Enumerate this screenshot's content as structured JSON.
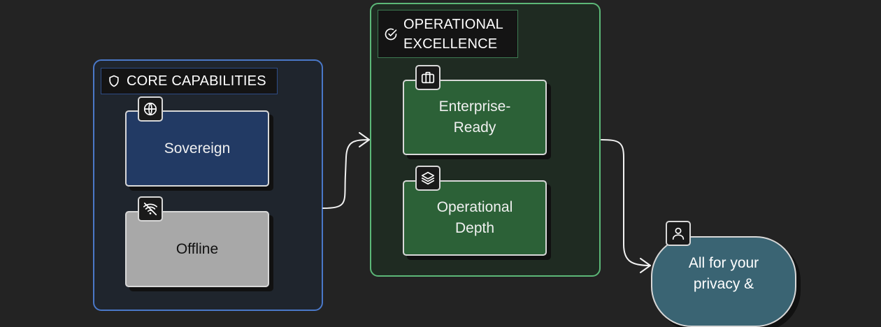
{
  "groups": {
    "core": {
      "title": "CORE CAPABILITIES",
      "icon": "shield-icon",
      "accent": "#4a78c8"
    },
    "operational": {
      "title_line1": "OPERATIONAL",
      "title_line2": "EXCELLENCE",
      "icon": "check-circle-icon",
      "accent": "#5cb878"
    }
  },
  "nodes": {
    "sovereign": {
      "label": "Sovereign",
      "icon": "globe-icon",
      "fill": "#223a64"
    },
    "offline": {
      "label": "Offline",
      "icon": "wifi-off-icon",
      "fill": "#a8a8a8"
    },
    "enterprise": {
      "line1": "Enterprise-",
      "line2": "Ready",
      "icon": "briefcase-icon",
      "fill": "#2c6137"
    },
    "depth": {
      "line1": "Operational",
      "line2": "Depth",
      "icon": "layers-icon",
      "fill": "#2c6137"
    },
    "goal": {
      "line1": "All for your",
      "line2": "privacy &",
      "icon": "user-icon",
      "fill": "#3a6473"
    }
  },
  "edges": [
    {
      "from": "core",
      "to": "operational"
    },
    {
      "from": "operational",
      "to": "goal"
    }
  ]
}
